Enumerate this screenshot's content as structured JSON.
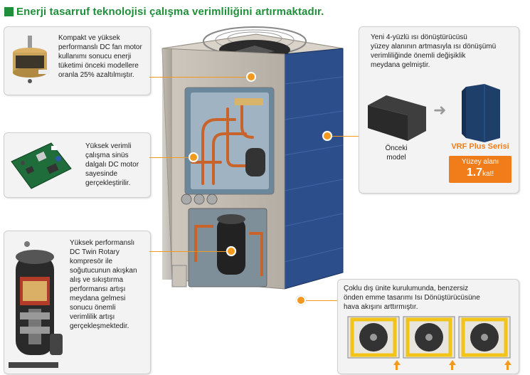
{
  "title": "Enerji tasarruf teknolojisi çalışma verimliliğini artırmaktadır.",
  "fan_motor": {
    "lines": [
      "Kompakt ve yüksek",
      "performanslı DC fan motor",
      "kullanımı sonucu enerji",
      "tüketimi önceki modellere",
      "oranla 25% azaltılmıştır."
    ]
  },
  "pcb": {
    "lines": [
      "Yüksek verimli",
      "çalışma sinüs",
      "dalgalı DC motor",
      "sayesinde",
      "gerçekleştirilir."
    ]
  },
  "compressor": {
    "lines": [
      "Yüksek performanslı",
      "DC Twin Rotary",
      "kompresör ile",
      "soğutucunun akışkan",
      "alış ve sıkıştırma",
      "performansı artışı",
      "meydana gelmesi",
      "sonucu önemli",
      "verimlilik artışı",
      "gerçekleşmektedir."
    ]
  },
  "heat_exchanger": {
    "lines": [
      "Yeni 4-yüzlü ısı dönüştürücüsü",
      "yüzey alanının artmasıyla ısı dönüşümü",
      "verimliliğinde önemli değişiklik",
      "meydana gelmiştir."
    ],
    "previous_label_1": "Önceki",
    "previous_label_2": "model",
    "arrow": "➜",
    "new_label": "VRF Plus Serisi",
    "surface_label": "Yüzey alanı",
    "surface_value": "1.7",
    "surface_unit": "kat!"
  },
  "multi_unit": {
    "lines": [
      "Çoklu dış ünite kurulumunda, benzersiz",
      "önden emme tasarımı Isı Dönüştürücüsüne",
      "hava akışını arttırmıştır."
    ]
  },
  "colors": {
    "accent_green": "#1f8f3a",
    "accent_orange": "#f39a1e",
    "vrf_orange": "#f07c1a",
    "panel_blue": "#2c4f8c"
  }
}
